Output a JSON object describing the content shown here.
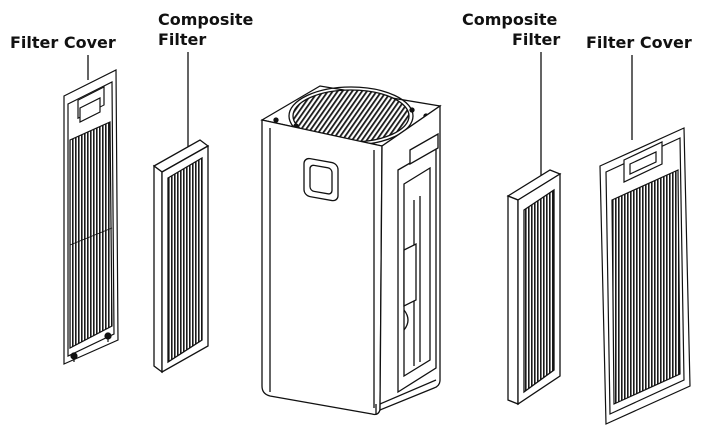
{
  "labels": {
    "left_cover": "Filter Cover",
    "left_filter_line1": "Composite",
    "left_filter_line2": "Filter",
    "right_filter_line1": "Composite",
    "right_filter_line2": "Filter",
    "right_cover": "Filter Cover"
  },
  "colors": {
    "line": "#111111",
    "fill": "#ffffff",
    "mesh": "#1a1a1a"
  }
}
